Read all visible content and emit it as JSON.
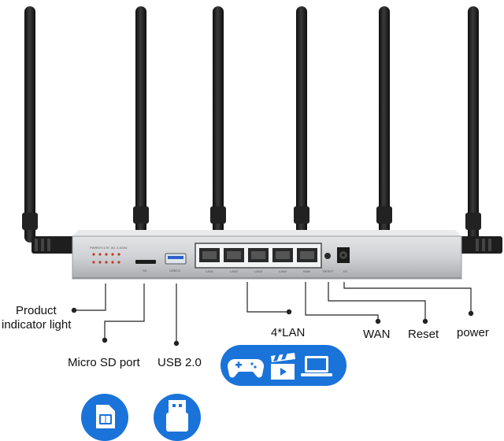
{
  "labels": {
    "product_indicator_line1": "Product",
    "product_indicator_line2": "indicator light",
    "micro_sd": "Micro SD port",
    "usb": "USB 2.0",
    "lan": "4*LAN",
    "wan": "WAN",
    "reset": "Reset",
    "power": "power"
  },
  "port_labels": {
    "sd": "SD",
    "usb": "USB2.0",
    "lan1": "LAN1",
    "lan2": "LAN2",
    "lan3": "LAN3",
    "lan4": "LAN4",
    "wan": "WAN",
    "reset": "RESET",
    "dc": "DC"
  },
  "led_labels": [
    "PWR",
    "SYS",
    "LTE",
    "5G",
    "2.4GHz"
  ],
  "colors": {
    "accent": "#1a73d9",
    "chassis": "#c9cbce",
    "antenna": "#1b1b1b"
  },
  "icons": [
    "gamepad-icon",
    "clapperboard-icon",
    "laptop-icon",
    "sim-card-icon",
    "usb-plug-icon"
  ]
}
